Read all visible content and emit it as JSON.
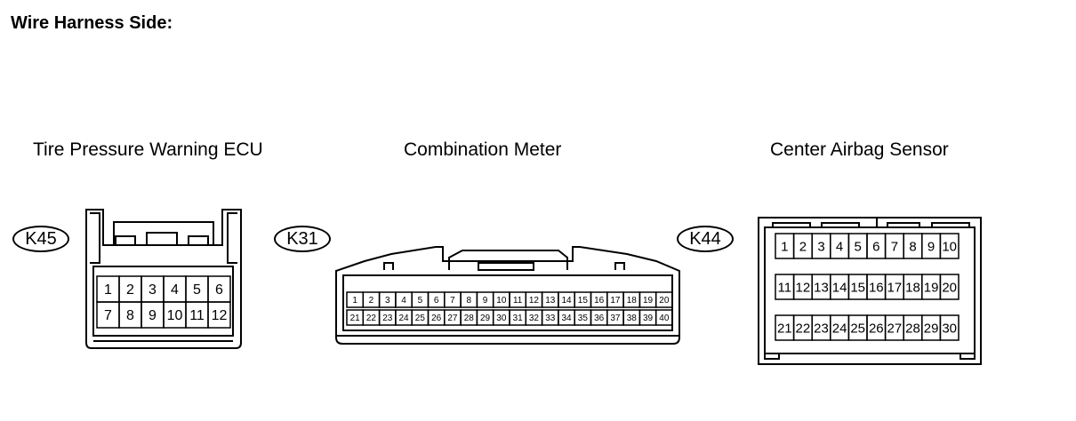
{
  "title": "Wire Harness Side:",
  "connectors": [
    {
      "id": "K45",
      "label": "Tire Pressure Warning ECU",
      "rows": [
        [
          "1",
          "2",
          "3",
          "4",
          "5",
          "6"
        ],
        [
          "7",
          "8",
          "9",
          "10",
          "11",
          "12"
        ]
      ]
    },
    {
      "id": "K31",
      "label": "Combination Meter",
      "rows": [
        [
          "1",
          "2",
          "3",
          "4",
          "5",
          "6",
          "7",
          "8",
          "9",
          "10",
          "11",
          "12",
          "13",
          "14",
          "15",
          "16",
          "17",
          "18",
          "19",
          "20"
        ],
        [
          "21",
          "22",
          "23",
          "24",
          "25",
          "26",
          "27",
          "28",
          "29",
          "30",
          "31",
          "32",
          "33",
          "34",
          "35",
          "36",
          "37",
          "38",
          "39",
          "40"
        ]
      ]
    },
    {
      "id": "K44",
      "label": "Center Airbag Sensor",
      "rows": [
        [
          "1",
          "2",
          "3",
          "4",
          "5",
          "6",
          "7",
          "8",
          "9",
          "10"
        ],
        [
          "11",
          "12",
          "13",
          "14",
          "15",
          "16",
          "17",
          "18",
          "19",
          "20"
        ],
        [
          "21",
          "22",
          "23",
          "24",
          "25",
          "26",
          "27",
          "28",
          "29",
          "30"
        ]
      ]
    }
  ]
}
